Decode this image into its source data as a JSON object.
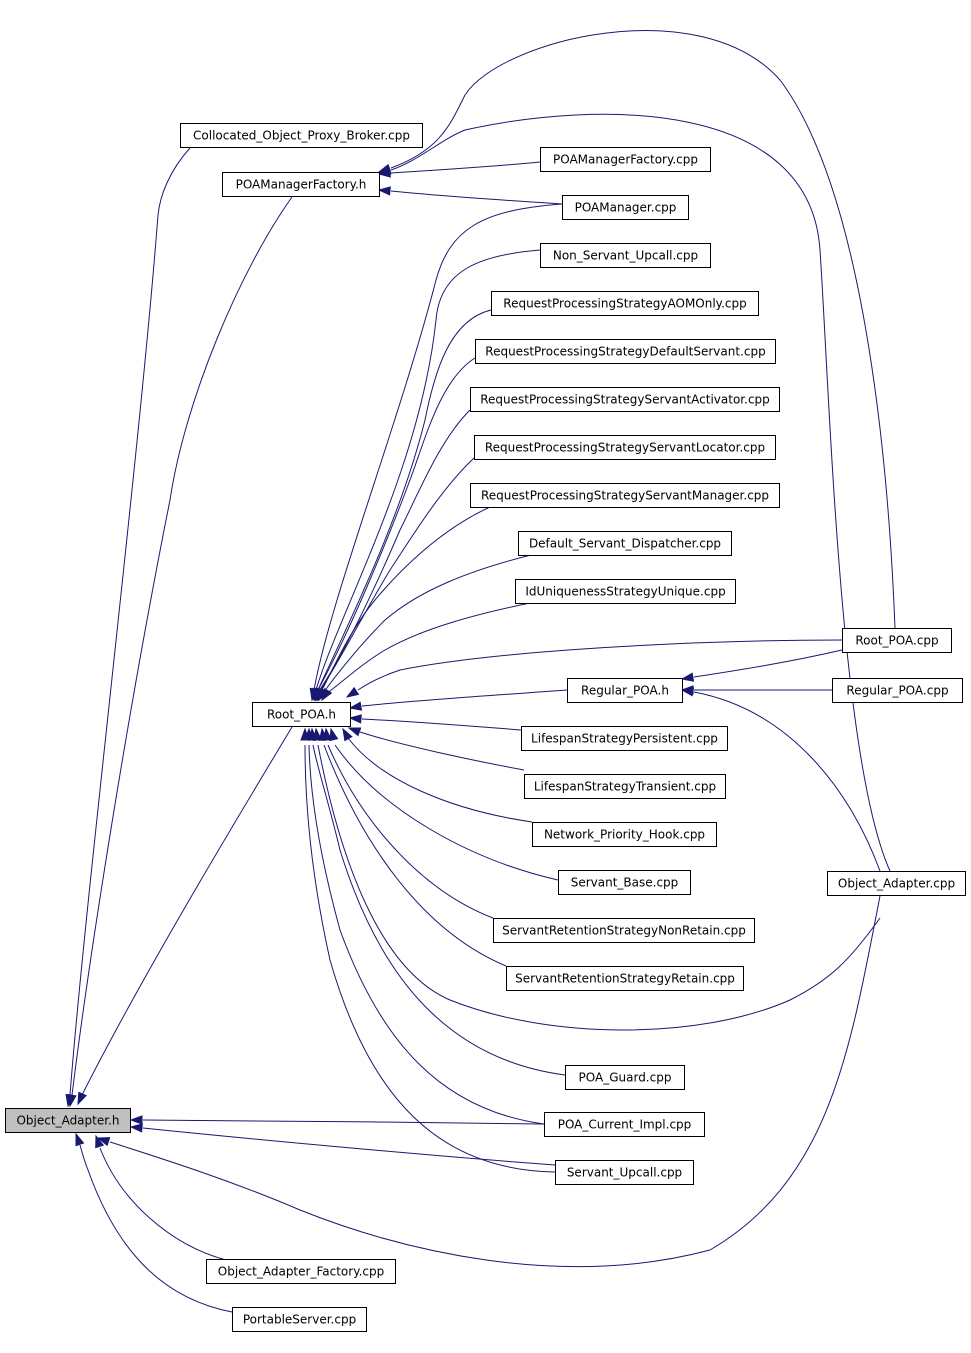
{
  "diagram": {
    "root": "Object_Adapter.h",
    "nodes": [
      {
        "id": "object_adapter_h",
        "label": "Object_Adapter.h",
        "root": true
      },
      {
        "id": "collocated_cpp",
        "label": "Collocated_Object_Proxy_Broker.cpp"
      },
      {
        "id": "poamanagerfactory_h",
        "label": "POAManagerFactory.h"
      },
      {
        "id": "poamanagerfactory_cpp",
        "label": "POAManagerFactory.cpp"
      },
      {
        "id": "poamanager_cpp",
        "label": "POAManager.cpp"
      },
      {
        "id": "non_servant_upcall_cpp",
        "label": "Non_Servant_Upcall.cpp"
      },
      {
        "id": "rps_aomonly_cpp",
        "label": "RequestProcessingStrategyAOMOnly.cpp"
      },
      {
        "id": "rps_defaultservant_cpp",
        "label": "RequestProcessingStrategyDefaultServant.cpp"
      },
      {
        "id": "rps_servantactivator_cpp",
        "label": "RequestProcessingStrategyServantActivator.cpp"
      },
      {
        "id": "rps_servantlocator_cpp",
        "label": "RequestProcessingStrategyServantLocator.cpp"
      },
      {
        "id": "rps_servantmanager_cpp",
        "label": "RequestProcessingStrategyServantManager.cpp"
      },
      {
        "id": "default_servant_dispatcher_cpp",
        "label": "Default_Servant_Dispatcher.cpp"
      },
      {
        "id": "iduniqueness_unique_cpp",
        "label": "IdUniquenessStrategyUnique.cpp"
      },
      {
        "id": "root_poa_cpp",
        "label": "Root_POA.cpp"
      },
      {
        "id": "root_poa_h",
        "label": "Root_POA.h"
      },
      {
        "id": "regular_poa_h",
        "label": "Regular_POA.h"
      },
      {
        "id": "regular_poa_cpp",
        "label": "Regular_POA.cpp"
      },
      {
        "id": "lifespan_persistent_cpp",
        "label": "LifespanStrategyPersistent.cpp"
      },
      {
        "id": "lifespan_transient_cpp",
        "label": "LifespanStrategyTransient.cpp"
      },
      {
        "id": "network_priority_hook_cpp",
        "label": "Network_Priority_Hook.cpp"
      },
      {
        "id": "servant_base_cpp",
        "label": "Servant_Base.cpp"
      },
      {
        "id": "object_adapter_cpp",
        "label": "Object_Adapter.cpp"
      },
      {
        "id": "srs_nonretain_cpp",
        "label": "ServantRetentionStrategyNonRetain.cpp"
      },
      {
        "id": "srs_retain_cpp",
        "label": "ServantRetentionStrategyRetain.cpp"
      },
      {
        "id": "poa_guard_cpp",
        "label": "POA_Guard.cpp"
      },
      {
        "id": "poa_current_impl_cpp",
        "label": "POA_Current_Impl.cpp"
      },
      {
        "id": "servant_upcall_cpp",
        "label": "Servant_Upcall.cpp"
      },
      {
        "id": "object_adapter_factory_cpp",
        "label": "Object_Adapter_Factory.cpp"
      },
      {
        "id": "portableserver_cpp",
        "label": "PortableServer.cpp"
      }
    ],
    "edges": [
      {
        "from": "collocated_cpp",
        "to": "object_adapter_h"
      },
      {
        "from": "poamanagerfactory_h",
        "to": "object_adapter_h"
      },
      {
        "from": "root_poa_h",
        "to": "object_adapter_h"
      },
      {
        "from": "poa_current_impl_cpp",
        "to": "object_adapter_h"
      },
      {
        "from": "servant_upcall_cpp",
        "to": "object_adapter_h"
      },
      {
        "from": "object_adapter_cpp",
        "to": "object_adapter_h"
      },
      {
        "from": "object_adapter_factory_cpp",
        "to": "object_adapter_h"
      },
      {
        "from": "portableserver_cpp",
        "to": "object_adapter_h"
      },
      {
        "from": "poamanagerfactory_cpp",
        "to": "poamanagerfactory_h"
      },
      {
        "from": "poamanager_cpp",
        "to": "poamanagerfactory_h"
      },
      {
        "from": "root_poa_cpp",
        "to": "poamanagerfactory_h"
      },
      {
        "from": "object_adapter_cpp",
        "to": "poamanagerfactory_h"
      },
      {
        "from": "poamanager_cpp",
        "to": "root_poa_h"
      },
      {
        "from": "non_servant_upcall_cpp",
        "to": "root_poa_h"
      },
      {
        "from": "rps_aomonly_cpp",
        "to": "root_poa_h"
      },
      {
        "from": "rps_defaultservant_cpp",
        "to": "root_poa_h"
      },
      {
        "from": "rps_servantactivator_cpp",
        "to": "root_poa_h"
      },
      {
        "from": "rps_servantlocator_cpp",
        "to": "root_poa_h"
      },
      {
        "from": "rps_servantmanager_cpp",
        "to": "root_poa_h"
      },
      {
        "from": "default_servant_dispatcher_cpp",
        "to": "root_poa_h"
      },
      {
        "from": "iduniqueness_unique_cpp",
        "to": "root_poa_h"
      },
      {
        "from": "root_poa_cpp",
        "to": "root_poa_h"
      },
      {
        "from": "regular_poa_h",
        "to": "root_poa_h"
      },
      {
        "from": "lifespan_persistent_cpp",
        "to": "root_poa_h"
      },
      {
        "from": "lifespan_transient_cpp",
        "to": "root_poa_h"
      },
      {
        "from": "network_priority_hook_cpp",
        "to": "root_poa_h"
      },
      {
        "from": "servant_base_cpp",
        "to": "root_poa_h"
      },
      {
        "from": "srs_nonretain_cpp",
        "to": "root_poa_h"
      },
      {
        "from": "srs_retain_cpp",
        "to": "root_poa_h"
      },
      {
        "from": "object_adapter_cpp",
        "to": "root_poa_h"
      },
      {
        "from": "poa_guard_cpp",
        "to": "root_poa_h"
      },
      {
        "from": "poa_current_impl_cpp",
        "to": "root_poa_h"
      },
      {
        "from": "servant_upcall_cpp",
        "to": "root_poa_h"
      },
      {
        "from": "root_poa_cpp",
        "to": "regular_poa_h"
      },
      {
        "from": "regular_poa_cpp",
        "to": "regular_poa_h"
      },
      {
        "from": "object_adapter_cpp",
        "to": "regular_poa_h"
      }
    ]
  },
  "colors": {
    "edge": "#191970",
    "root_fill": "#bfbfbf",
    "node_fill": "#ffffff",
    "node_border": "#000000"
  }
}
